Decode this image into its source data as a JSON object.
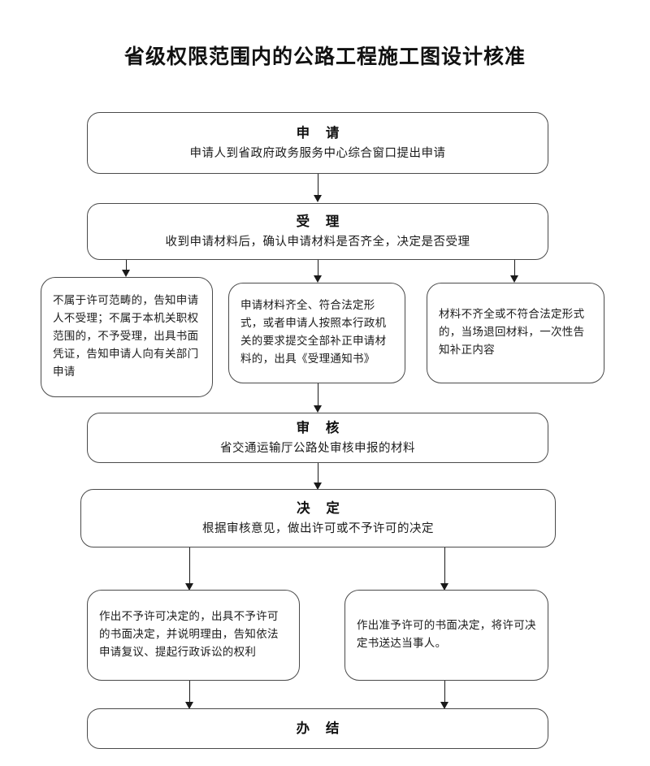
{
  "title": "省级权限范围内的公路工程施工图设计核准",
  "nodes": {
    "apply": {
      "heading": "申 请",
      "sub": "申请人到省政府政务服务中心综合窗口提出申请"
    },
    "accept": {
      "heading": "受 理",
      "sub": "收到申请材料后，确认申请材料是否齐全，决定是否受理"
    },
    "branch_left": {
      "body": "不属于许可范畴的，告知申请人不受理；不属于本机关职权范围的，不予受理，出具书面凭证，告知申请人向有关部门申请"
    },
    "branch_middle": {
      "body": "申请材料齐全、符合法定形式，或者申请人按照本行政机关的要求提交全部补正申请材料的，出具《受理通知书》"
    },
    "branch_right": {
      "body": "材料不齐全或不符合法定形式的，当场退回材料，一次性告知补正内容"
    },
    "review": {
      "heading": "审 核",
      "sub": "省交通运输厅公路处审核申报的材料"
    },
    "decide": {
      "heading": "决 定",
      "sub": "根据审核意见，做出许可或不予许可的决定"
    },
    "bottom_left": {
      "body": "作出不予许可决定的，出具不予许可的书面决定，并说明理由，告知依法申请复议、提起行政诉讼的权利"
    },
    "bottom_right": {
      "body": "作出准予许可的书面决定，将许可决定书送达当事人。"
    },
    "finish": {
      "heading": "办 结"
    }
  },
  "chart_data": {
    "type": "diagram",
    "title": "省级权限范围内的公路工程施工图设计核准",
    "diagram_kind": "flowchart",
    "orientation": "top-to-bottom",
    "node_shape": "rounded-rectangle",
    "node_border_color": "#4a4a4a",
    "node_fill_color": "#ffffff",
    "connector_color": "#1a1a1a",
    "nodes": [
      {
        "id": "apply",
        "label": "申 请",
        "detail": "申请人到省政府政务服务中心综合窗口提出申请",
        "row": 1
      },
      {
        "id": "accept",
        "label": "受 理",
        "detail": "收到申请材料后，确认申请材料是否齐全，决定是否受理",
        "row": 2
      },
      {
        "id": "branch_left",
        "label": "不属于许可范畴的，告知申请人不受理；不属于本机关职权范围的，不予受理，出具书面凭证，告知申请人向有关部门申请",
        "row": 3
      },
      {
        "id": "branch_middle",
        "label": "申请材料齐全、符合法定形式，或者申请人按照本行政机关的要求提交全部补正申请材料的，出具《受理通知书》",
        "row": 3
      },
      {
        "id": "branch_right",
        "label": "材料不齐全或不符合法定形式的，当场退回材料，一次性告知补正内容",
        "row": 3
      },
      {
        "id": "review",
        "label": "审 核",
        "detail": "省交通运输厅公路处审核申报的材料",
        "row": 4
      },
      {
        "id": "decide",
        "label": "决 定",
        "detail": "根据审核意见，做出许可或不予许可的决定",
        "row": 5
      },
      {
        "id": "bottom_left",
        "label": "作出不予许可决定的，出具不予许可的书面决定，并说明理由，告知依法申请复议、提起行政诉讼的权利",
        "row": 6
      },
      {
        "id": "bottom_right",
        "label": "作出准予许可的书面决定，将许可决定书送达当事人。",
        "row": 6
      },
      {
        "id": "finish",
        "label": "办 结",
        "row": 7
      }
    ],
    "edges": [
      {
        "from": "apply",
        "to": "accept",
        "arrow": true
      },
      {
        "from": "accept",
        "to": "branch_left",
        "arrow": true
      },
      {
        "from": "accept",
        "to": "branch_middle",
        "arrow": true
      },
      {
        "from": "accept",
        "to": "branch_right",
        "arrow": true
      },
      {
        "from": "branch_middle",
        "to": "review",
        "arrow": true
      },
      {
        "from": "review",
        "to": "decide",
        "arrow": true
      },
      {
        "from": "decide",
        "to": "bottom_left",
        "arrow": true
      },
      {
        "from": "decide",
        "to": "bottom_right",
        "arrow": true
      },
      {
        "from": "bottom_left",
        "to": "finish",
        "arrow": true
      },
      {
        "from": "bottom_right",
        "to": "finish",
        "arrow": true
      }
    ]
  }
}
